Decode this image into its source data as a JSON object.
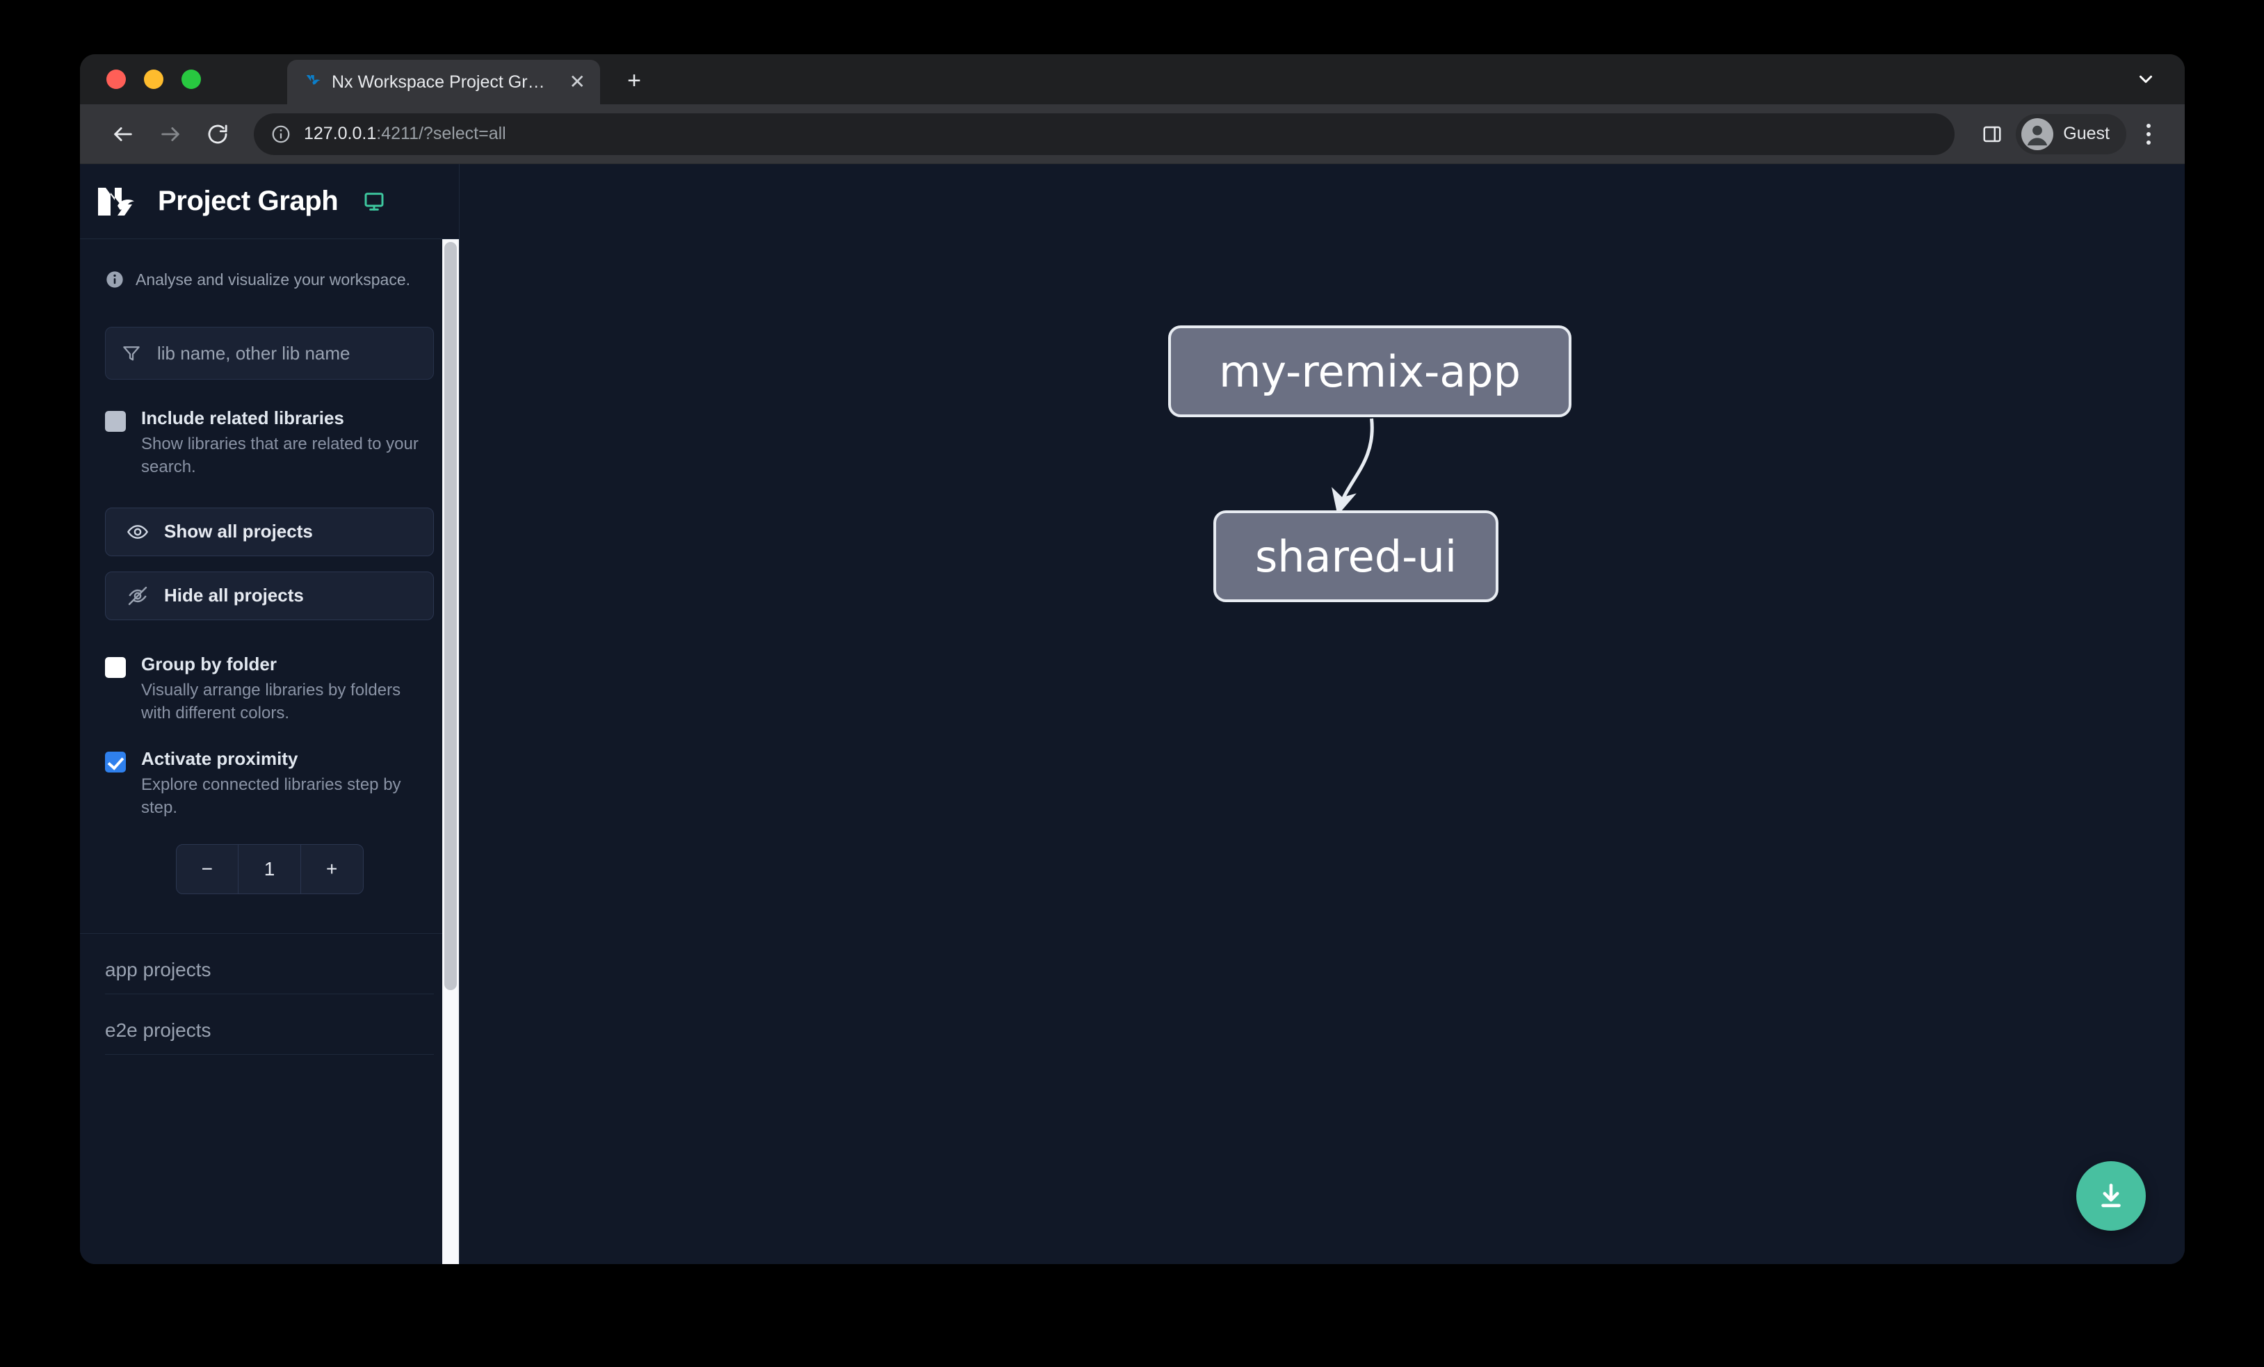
{
  "browser": {
    "tab": {
      "title": "Nx Workspace Project Graph",
      "favicon_icon": "nx-favicon-icon",
      "close_icon": "close-icon"
    },
    "new_tab_icon": "plus-icon",
    "tabstrip_chevron_icon": "chevron-down-icon",
    "toolbar": {
      "back_icon": "arrow-left-icon",
      "forward_icon": "arrow-right-icon",
      "reload_icon": "reload-icon",
      "site_info_icon": "info-circle-icon",
      "url_host": "127.0.0.1",
      "url_rest": ":4211/?select=all",
      "side_panel_icon": "side-panel-icon",
      "profile_icon": "account-avatar-icon",
      "profile_name": "Guest",
      "menu_icon": "kebab-menu-icon"
    }
  },
  "sidebar": {
    "logo_icon": "nx-logo-icon",
    "title": "Project Graph",
    "monitor_icon": "monitor-icon",
    "info": {
      "icon": "info-icon",
      "text": "Analyse and visualize your workspace."
    },
    "filter": {
      "icon": "filter-funnel-icon",
      "placeholder": "lib name, other lib name",
      "value": ""
    },
    "options": [
      {
        "label": "Include related libraries",
        "desc": "Show libraries that are related to your search.",
        "checked": false,
        "style": "grey"
      },
      {
        "label": "Group by folder",
        "desc": "Visually arrange libraries by folders with different colors.",
        "checked": false,
        "style": "white"
      },
      {
        "label": "Activate proximity",
        "desc": "Explore connected libraries step by step.",
        "checked": true,
        "style": "blue"
      }
    ],
    "buttons": {
      "show_all": {
        "label": "Show all projects",
        "icon": "eye-icon"
      },
      "hide_all": {
        "label": "Hide all projects",
        "icon": "eye-off-icon"
      }
    },
    "stepper": {
      "minus_label": "−",
      "value": "1",
      "plus_label": "+"
    },
    "project_sections": [
      {
        "label": "app projects"
      },
      {
        "label": "e2e projects"
      }
    ]
  },
  "graph": {
    "nodes": [
      {
        "id": "my-remix-app",
        "label": "my-remix-app"
      },
      {
        "id": "shared-ui",
        "label": "shared-ui"
      }
    ],
    "edges": [
      {
        "from": "my-remix-app",
        "to": "shared-ui"
      }
    ],
    "download_button": {
      "icon": "download-icon",
      "color": "#48c0a0"
    }
  },
  "colors": {
    "page_background": "#111827",
    "sidebar_background": "#111827",
    "node_fill": "#6b7083",
    "node_stroke": "#e8ecf2",
    "accent_green": "#48c0a0",
    "checkbox_blue": "#2f80ed"
  }
}
